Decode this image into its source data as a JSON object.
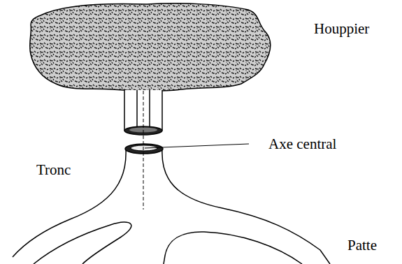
{
  "diagram": {
    "labels": [
      "Houppier",
      "Axe central",
      "Tronc",
      "Patte"
    ]
  }
}
